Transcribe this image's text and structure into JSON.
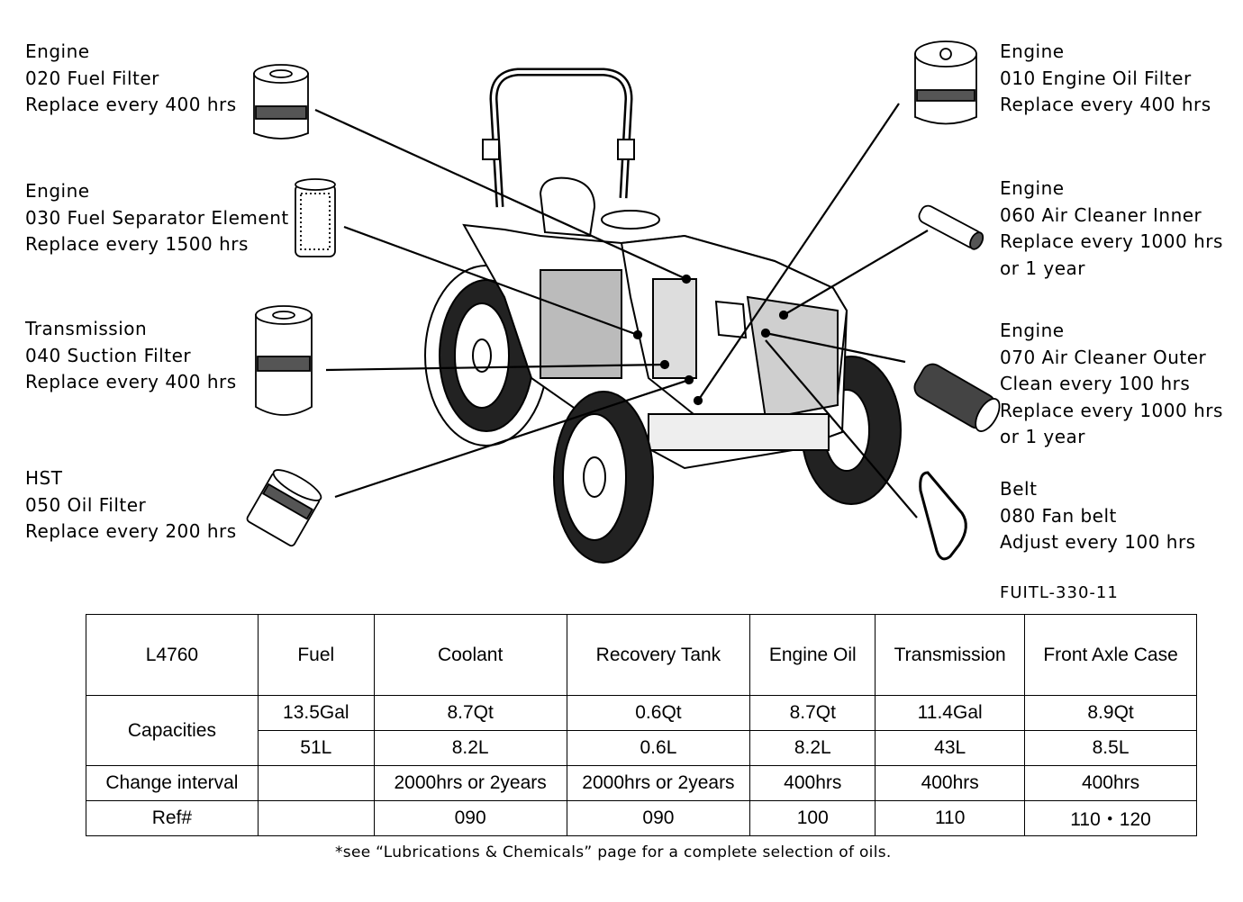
{
  "callouts": {
    "fuel_filter": {
      "group": "Engine",
      "part": "020 Fuel Filter",
      "service": "Replace every 400 hrs"
    },
    "fuel_separator": {
      "group": "Engine",
      "part": "030 Fuel Separator Element",
      "service": "Replace every 1500 hrs"
    },
    "suction_filter": {
      "group": "Transmission",
      "part": "040 Suction Filter",
      "service": "Replace every 400 hrs"
    },
    "hst_oil_filter": {
      "group": "HST",
      "part": "050 Oil Filter",
      "service": "Replace every 200 hrs"
    },
    "engine_oil_filter": {
      "group": "Engine",
      "part": "010 Engine Oil Filter",
      "service": "Replace every 400 hrs"
    },
    "air_cleaner_inner": {
      "group": "Engine",
      "part": "060 Air Cleaner Inner",
      "service": "Replace every 1000 hrs",
      "extra": "or 1 year"
    },
    "air_cleaner_outer": {
      "group": "Engine",
      "part": "070 Air Cleaner Outer",
      "service": "Clean every 100 hrs",
      "service2": "Replace every 1000 hrs",
      "extra": "or 1 year"
    },
    "fan_belt": {
      "group": "Belt",
      "part": "080 Fan belt",
      "service": "Adjust every 100 hrs"
    }
  },
  "figure_code": "FUITL-330-11",
  "table": {
    "model": "L4760",
    "columns": [
      "Fuel",
      "Coolant",
      "Recovery Tank",
      "Engine Oil",
      "Transmission",
      "Front Axle Case"
    ],
    "capacities_label": "Capacities",
    "capacities_us": [
      "13.5Gal",
      "8.7Qt",
      "0.6Qt",
      "8.7Qt",
      "11.4Gal",
      "8.9Qt"
    ],
    "capacities_metric": [
      "51L",
      "8.2L",
      "0.6L",
      "8.2L",
      "43L",
      "8.5L"
    ],
    "interval_label": "Change interval",
    "intervals": [
      "",
      "2000hrs or 2years",
      "2000hrs or 2years",
      "400hrs",
      "400hrs",
      "400hrs"
    ],
    "ref_label": "Ref#",
    "refs": [
      "",
      "090",
      "090",
      "100",
      "110",
      "110・120"
    ]
  },
  "footnote": "*see “Lubrications & Chemicals” page for a complete selection of oils."
}
